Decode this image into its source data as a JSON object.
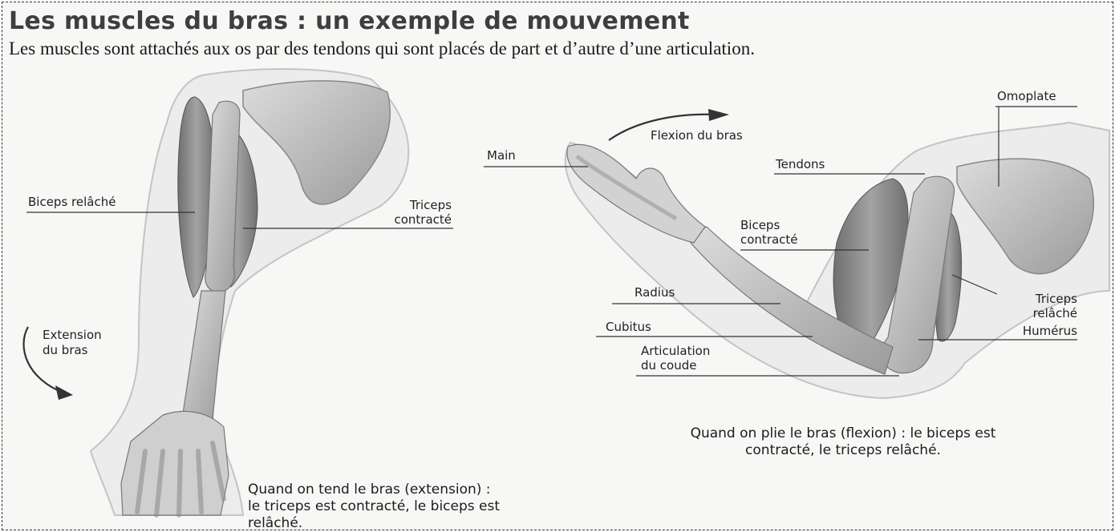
{
  "title": "Les muscles du bras : un exemple de mouvement",
  "intro": "Les muscles sont attachés aux os par des tendons qui sont placés de part et d’autre d’une articulation.",
  "left_figure": {
    "labels": {
      "biceps": "Biceps relâché",
      "triceps_1": "Triceps",
      "triceps_2": "contracté",
      "extension_1": "Extension",
      "extension_2": "du bras"
    },
    "caption": {
      "line1": "Quand on tend le bras (extension) :",
      "line2": "le triceps est contracté, le biceps est",
      "line3": "relâché."
    }
  },
  "right_figure": {
    "labels": {
      "omoplate": "Omoplate",
      "flexion": "Flexion du bras",
      "main": "Main",
      "tendons": "Tendons",
      "biceps_1": "Biceps",
      "biceps_2": "contracté",
      "triceps_1": "Triceps",
      "triceps_2": "relâché",
      "radius": "Radius",
      "cubitus": "Cubitus",
      "humerus": "Humérus",
      "articulation_1": "Articulation",
      "articulation_2": "du coude"
    },
    "caption": {
      "line1": "Quand on plie le bras (flexion) : le biceps est",
      "line2": "contracté, le triceps relâché."
    }
  },
  "colors": {
    "skin_outline": "#bdbdbd",
    "bone": "#bcbcbc",
    "muscle": "#8a8a8a",
    "leader_line": "#333333"
  }
}
